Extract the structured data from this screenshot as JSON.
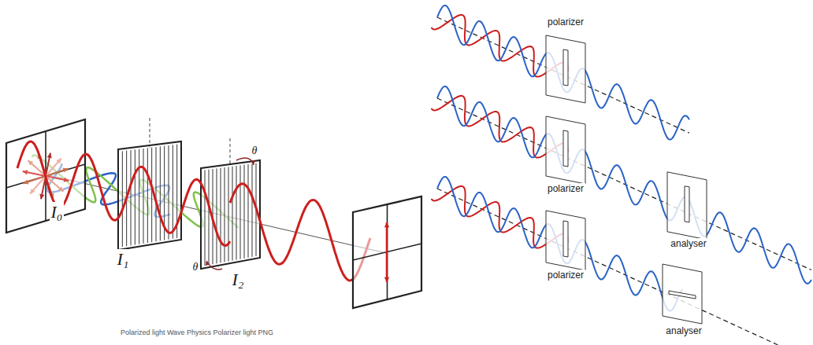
{
  "diagram": {
    "labels": [
      "I₀",
      "I₁",
      "θ",
      "θ",
      "I₂",
      "Polarized light Wave Physics Polarizer light PNG",
      "polarizer",
      "polarizer",
      "analyser",
      "polarizer",
      "analyser"
    ]
  }
}
